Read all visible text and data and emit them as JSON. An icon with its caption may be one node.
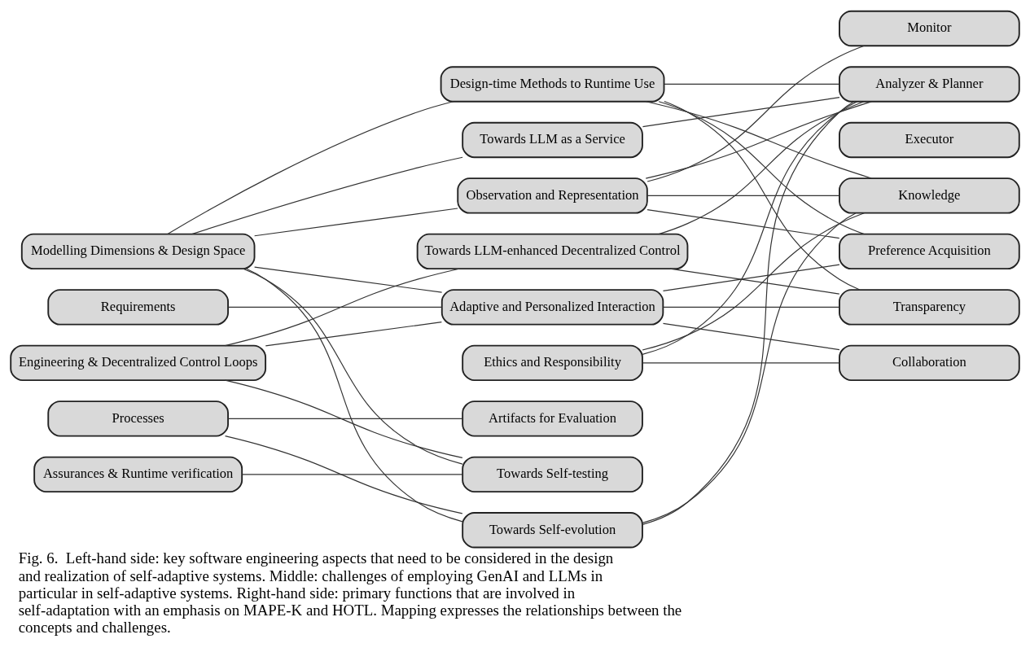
{
  "diagram": {
    "caption": "Fig. 6.  Left-hand side: key software engineering aspects that need to be considered in the design and realization of self-adaptive systems. Middle: challenges of employing GenAI and LLMs in particular in self-adaptive systems. Right-hand side: primary functions that are involved in self-adaptation with an emphasis on MAPE-K and HOTL. Mapping expresses the relationships between the concepts and challenges.",
    "nodes": [
      {
        "text": [
          "Modelling Dimensions & Design Space"
        ]
      },
      {
        "text": [
          "Requirements"
        ]
      },
      {
        "text": [
          "Engineering & Decentralized Control Loops"
        ]
      },
      {
        "text": [
          "Processes"
        ]
      },
      {
        "text": [
          "Assurances & Runtime verification"
        ]
      },
      {
        "text": [
          "Design-time Methods to Runtime Use"
        ]
      },
      {
        "text": [
          "Towards LLM as a Service"
        ]
      },
      {
        "text": [
          "Observation and Representation"
        ]
      },
      {
        "text": [
          "Towards LLM-enhanced Decentralized Control"
        ]
      },
      {
        "text": [
          "Adaptive and Personalized Interaction"
        ]
      },
      {
        "text": [
          "Ethics and Responsibility"
        ]
      },
      {
        "text": [
          "Artifacts for Evaluation"
        ]
      },
      {
        "text": [
          "Towards Self-testing"
        ]
      },
      {
        "text": [
          "Towards Self-evolution"
        ]
      },
      {
        "text": [
          "Monitor"
        ]
      },
      {
        "text": [
          "Analyzer & Planner"
        ]
      },
      {
        "text": [
          "Executor"
        ]
      },
      {
        "text": [
          "Knowledge"
        ]
      },
      {
        "text": [
          "Preference Acquisition"
        ]
      },
      {
        "text": [
          "Transparency"
        ]
      },
      {
        "text": [
          "Collaboration"
        ]
      }
    ],
    "edges": [
      {
        "from": 0,
        "to": 5,
        "arrow": "none"
      },
      {
        "from": 0,
        "to": 6,
        "arrow": "none"
      },
      {
        "from": 0,
        "to": 7,
        "arrow": "none"
      },
      {
        "from": 0,
        "to": 9,
        "arrow": "none"
      },
      {
        "from": 0,
        "to": 12,
        "arrow": "none"
      },
      {
        "from": 0,
        "to": 13,
        "arrow": "none"
      },
      {
        "from": 1,
        "to": 9,
        "arrow": "none"
      },
      {
        "from": 2,
        "to": 8,
        "arrow": "none"
      },
      {
        "from": 2,
        "to": 9,
        "arrow": "none"
      },
      {
        "from": 2,
        "to": 12,
        "arrow": "none"
      },
      {
        "from": 3,
        "to": 11,
        "arrow": "none"
      },
      {
        "from": 3,
        "to": 13,
        "arrow": "none"
      },
      {
        "from": 4,
        "to": 12,
        "arrow": "none"
      },
      {
        "from": 5,
        "to": 15,
        "arrow": "none"
      },
      {
        "from": 5,
        "to": 17,
        "arrow": "none"
      },
      {
        "from": 5,
        "to": 18,
        "arrow": "none"
      },
      {
        "from": 5,
        "to": 19,
        "arrow": "none"
      },
      {
        "from": 6,
        "to": 15,
        "arrow": "none"
      },
      {
        "from": 7,
        "to": 14,
        "arrow": "none"
      },
      {
        "from": 7,
        "to": 15,
        "arrow": "none"
      },
      {
        "from": 7,
        "to": 17,
        "arrow": "none"
      },
      {
        "from": 7,
        "to": 18,
        "arrow": "none"
      },
      {
        "from": 8,
        "to": 15,
        "arrow": "none"
      },
      {
        "from": 8,
        "to": 19,
        "arrow": "none"
      },
      {
        "from": 9,
        "to": 18,
        "arrow": "none"
      },
      {
        "from": 9,
        "to": 19,
        "arrow": "none"
      },
      {
        "from": 9,
        "to": 20,
        "arrow": "none"
      },
      {
        "from": 10,
        "to": 15,
        "arrow": "none"
      },
      {
        "from": 10,
        "to": 17,
        "arrow": "none"
      },
      {
        "from": 10,
        "to": 20,
        "arrow": "none"
      },
      {
        "from": 13,
        "to": 15,
        "arrow": "none"
      },
      {
        "from": 13,
        "to": 17,
        "arrow": "none"
      }
    ]
  }
}
